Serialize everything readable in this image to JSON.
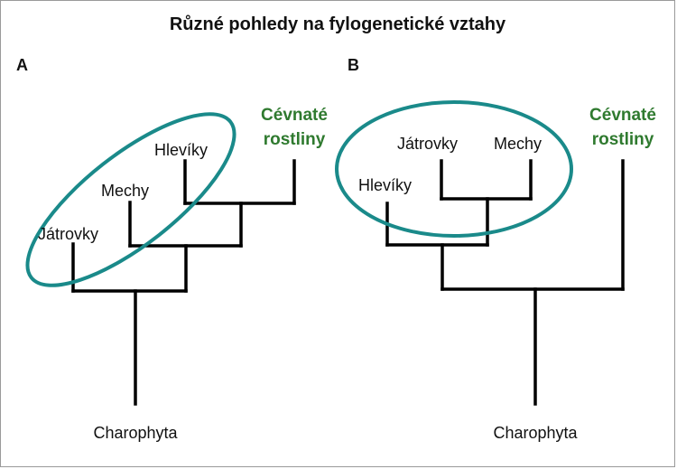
{
  "title": "Různé pohledy na fylogenetické vztahy",
  "panel_a": {
    "letter": "A",
    "labels": {
      "hlevky": "Hlevíky",
      "mechy": "Mechy",
      "jatrovky": "Játrovky",
      "cevnate_line1": "Cévnaté",
      "cevnate_line2": "rostliny",
      "root": "Charophyta"
    }
  },
  "panel_b": {
    "letter": "B",
    "labels": {
      "jatrovky": "Játrovky",
      "mechy": "Mechy",
      "hlevky": "Hlevíky",
      "cevnate_line1": "Cévnaté",
      "cevnate_line2": "rostliny",
      "root": "Charophyta"
    }
  },
  "colors": {
    "highlight_ellipse": "#1a8a8a",
    "vascular_label": "#2f7a2f",
    "branches": "#000000"
  }
}
